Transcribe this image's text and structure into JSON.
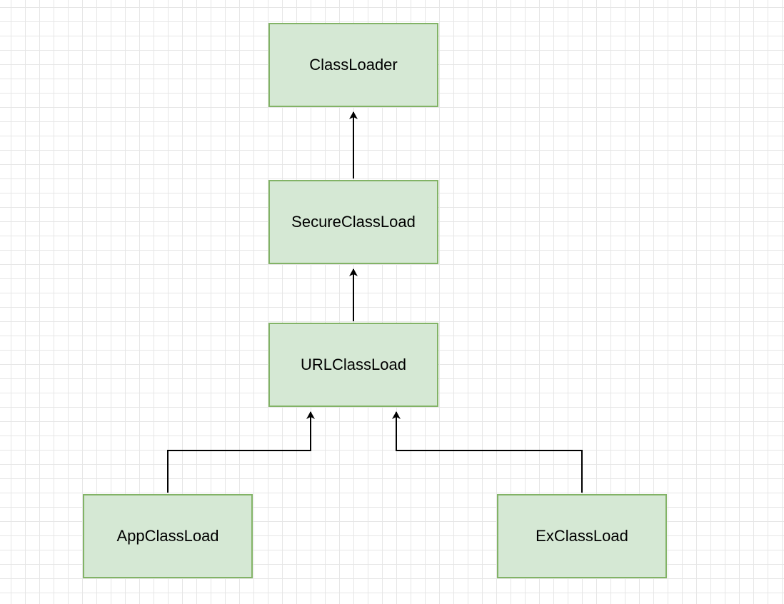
{
  "diagram": {
    "nodes": {
      "classloader": "ClassLoader",
      "secure": "SecureClassLoad",
      "url": "URLClassLoad",
      "app": "AppClassLoad",
      "ex": "ExClassLoad"
    },
    "colors": {
      "node_fill": "#d5e8d4",
      "node_stroke": "#82b366",
      "edge": "#000000",
      "grid": "#e6e6e6"
    },
    "edges": [
      {
        "from": "secure",
        "to": "classloader"
      },
      {
        "from": "url",
        "to": "secure"
      },
      {
        "from": "app",
        "to": "url"
      },
      {
        "from": "ex",
        "to": "url"
      }
    ]
  }
}
